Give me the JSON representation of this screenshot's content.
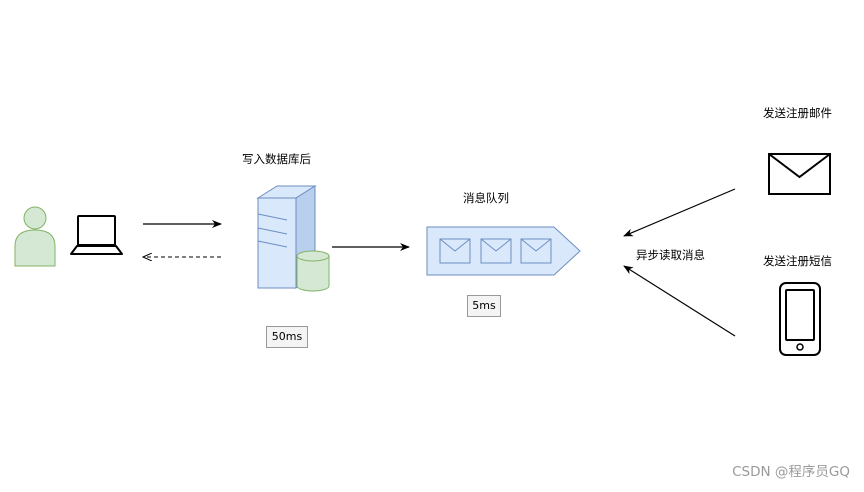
{
  "labels": {
    "db_caption": "写入数据库后",
    "queue_caption": "消息队列",
    "email_caption": "发送注册邮件",
    "sms_caption": "发送注册短信",
    "async_read": "异步读取消息"
  },
  "timings": {
    "db": "50ms",
    "queue": "5ms"
  },
  "watermark": "CSDN @程序员GQ",
  "colors": {
    "user_fill": "#d5e8d4",
    "user_stroke": "#82b366",
    "server_fill": "#dae8fc",
    "server_stroke": "#6c8ebf",
    "line": "#000000"
  },
  "icons": [
    "user-icon",
    "laptop-icon",
    "server-icon",
    "database-icon",
    "queue-icon",
    "message-icon",
    "mail-icon",
    "phone-icon"
  ]
}
